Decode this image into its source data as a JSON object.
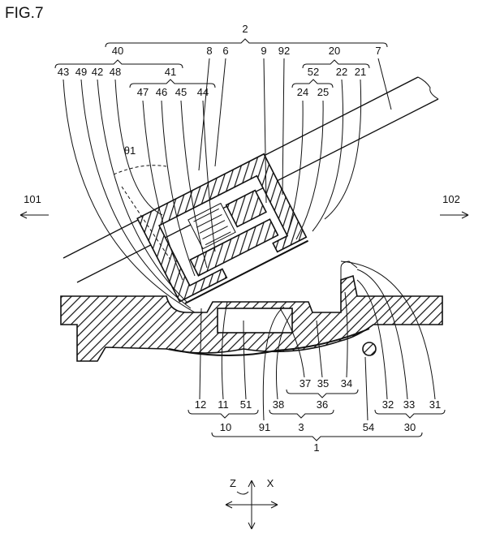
{
  "figure": {
    "title": "FIG.7",
    "angle_label": "θ1",
    "direction_labels": {
      "left": "101",
      "right": "102"
    },
    "axis_labels": {
      "z": "Z",
      "x": "X"
    },
    "top_labels": {
      "row0": [
        "2"
      ],
      "row1": [
        "40",
        "8",
        "6",
        "9",
        "92",
        "20",
        "7"
      ],
      "row2": [
        "43",
        "49",
        "42",
        "48",
        "41",
        "52",
        "22",
        "21"
      ],
      "row3": [
        "47",
        "46",
        "45",
        "44",
        "24",
        "25"
      ]
    },
    "bottom_labels": {
      "row1": [
        "37",
        "35",
        "34"
      ],
      "row2": [
        "12",
        "11",
        "51",
        "38",
        "36",
        "32",
        "33",
        "31"
      ],
      "row3": [
        "10",
        "91",
        "3",
        "54",
        "30"
      ],
      "row4": [
        "1"
      ]
    }
  }
}
